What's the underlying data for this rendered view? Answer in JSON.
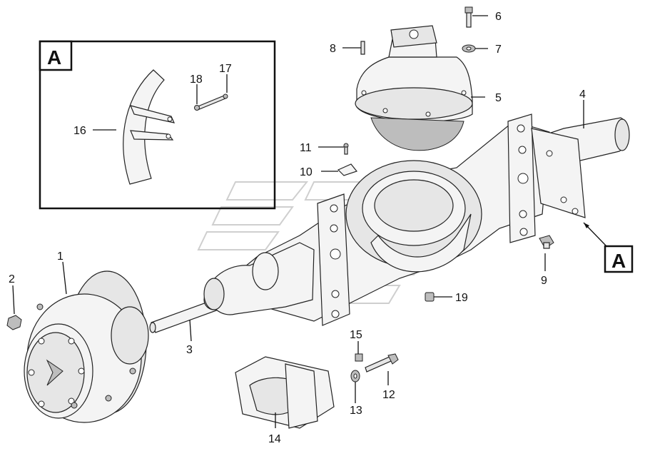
{
  "callouts": [
    {
      "id": "1",
      "text": "1"
    },
    {
      "id": "2",
      "text": "2"
    },
    {
      "id": "3",
      "text": "3"
    },
    {
      "id": "4",
      "text": "4"
    },
    {
      "id": "5",
      "text": "5"
    },
    {
      "id": "6",
      "text": "6"
    },
    {
      "id": "7",
      "text": "7"
    },
    {
      "id": "8",
      "text": "8"
    },
    {
      "id": "9",
      "text": "9"
    },
    {
      "id": "10",
      "text": "10"
    },
    {
      "id": "11",
      "text": "11"
    },
    {
      "id": "12",
      "text": "12"
    },
    {
      "id": "13",
      "text": "13"
    },
    {
      "id": "14",
      "text": "14"
    },
    {
      "id": "15",
      "text": "15"
    },
    {
      "id": "16",
      "text": "16"
    },
    {
      "id": "17",
      "text": "17"
    },
    {
      "id": "18",
      "text": "18"
    },
    {
      "id": "19",
      "text": "19"
    }
  ],
  "detail_view": {
    "label": "A"
  },
  "view_marker": {
    "label": "A"
  }
}
